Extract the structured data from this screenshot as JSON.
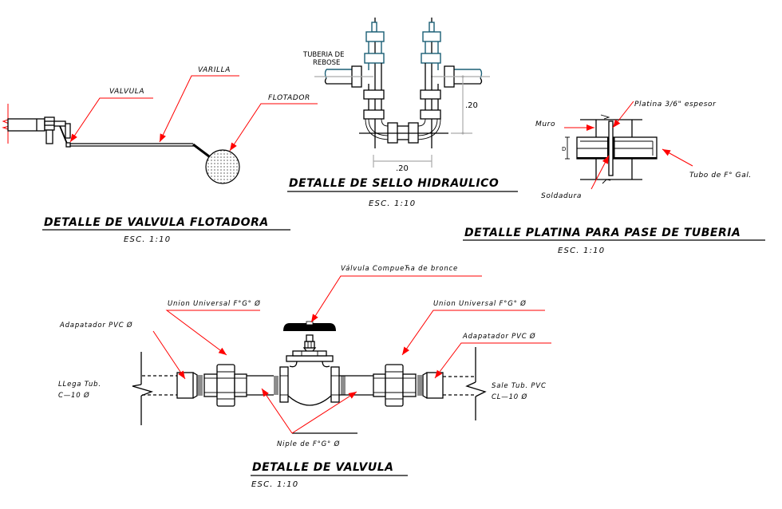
{
  "sheet": {
    "accent_colors": {
      "leader": "#ff0000",
      "fitting": "#1a5e75",
      "dimension": "#aaaaaa",
      "line": "#000000"
    }
  },
  "float_valve_detail": {
    "title": "DETALLE DE VALVULA FLOTADORA",
    "scale": "ESC.  1:10",
    "labels": {
      "valve": "VALVULA",
      "rod": "VARILLA",
      "float": "FLOTADOR"
    }
  },
  "hydraulic_seal_detail": {
    "title": "DETALLE DE SELLO HIDRAULICO",
    "scale": "ESC.  1:10",
    "labels": {
      "overflow_line1": "TUBERIA  DE",
      "overflow_line2": "REBOSE"
    },
    "dimensions": {
      "height": ".20",
      "width": ".20"
    }
  },
  "pipe_plate_detail": {
    "title": "DETALLE PLATINA PARA PASE DE TUBERIA",
    "scale": "ESC.  1:10",
    "labels": {
      "wall": "Muro",
      "plate": "Platina  3/6\"  espesor",
      "pipe": "Tubo  de  F°  Gal.",
      "weld": "Soldadura",
      "dim": "D"
    }
  },
  "valve_detail": {
    "title": "DETALLE DE VALVULA",
    "scale": "ESC.  1:10",
    "labels": {
      "gate_valve": "Válvula  CompueЋa  de  bronce",
      "union_left": "Union  Universal  F°G°  Ø",
      "union_right": "Union  Universal  F°G°  Ø",
      "adapter_left": "Adapatador  PVC  Ø",
      "adapter_right": "Adapatador  PVC  Ø",
      "inlet_line1": "LLega  Tub.",
      "inlet_line2": "C—10  Ø",
      "outlet_line1": "Sale  Tub.  PVC",
      "outlet_line2": "CL—10  Ø",
      "nipple": "Niple  de  F°G°  Ø"
    }
  }
}
